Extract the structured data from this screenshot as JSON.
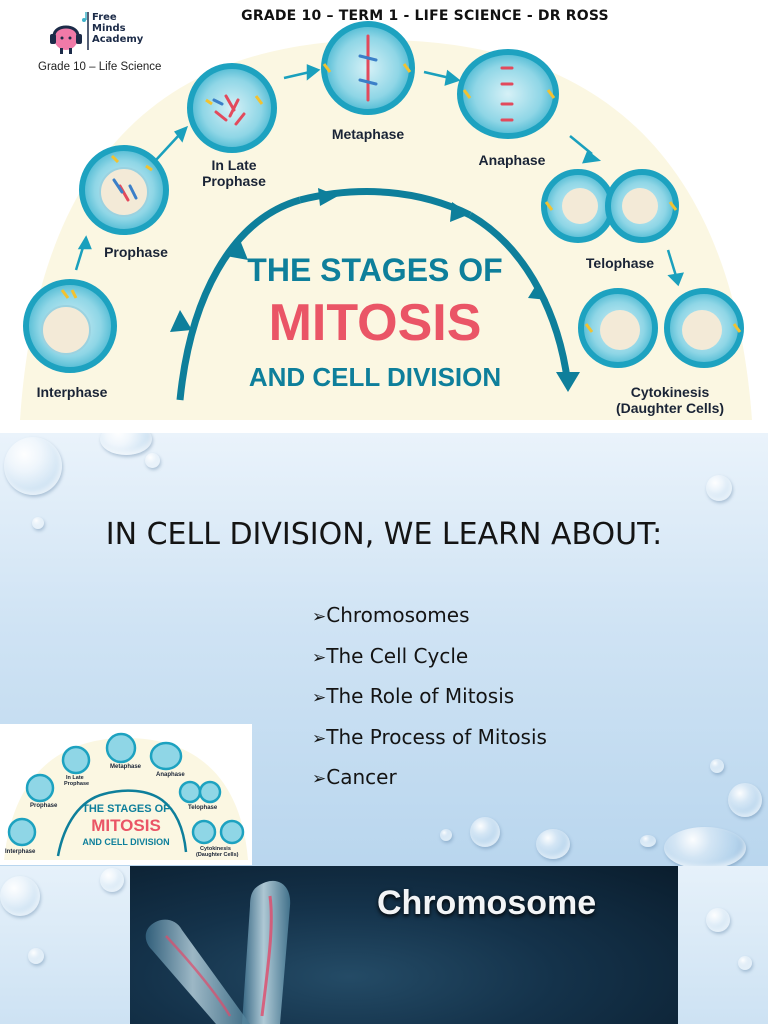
{
  "slide1": {
    "header": "GRADE 10 – TERM 1 - LIFE SCIENCE - DR ROSS",
    "subheader": "Grade 10 – Life Science",
    "logo": {
      "line1": "Free",
      "line2": "Minds",
      "line3": "Academy"
    },
    "stages": {
      "interphase": "Interphase",
      "prophase": "Prophase",
      "late_prophase_1": "In Late",
      "late_prophase_2": "Prophase",
      "metaphase": "Metaphase",
      "anaphase": "Anaphase",
      "telophase": "Telophase",
      "cytokinesis_1": "Cytokinesis",
      "cytokinesis_2": "(Daughter Cells)"
    },
    "title": {
      "line1": "THE STAGES OF",
      "line2": "MITOSIS",
      "line3": "AND CELL DIVISION"
    },
    "colors": {
      "teal": "#0e7f9b",
      "red": "#ea5566",
      "cell_fill": "#7fd3e4",
      "cell_ring": "#1da2c0",
      "arch": "#fbf7e2"
    }
  },
  "slide2": {
    "title": "IN CELL DIVISION, WE LEARN ABOUT:",
    "bullet_marker": "➢",
    "bullets": [
      "Chromosomes",
      "The Cell Cycle",
      "The Role of Mitosis",
      "The Process of Mitosis",
      "Cancer"
    ],
    "thumbnail": {
      "title_line1": "THE STAGES OF",
      "title_line2": "MITOSIS",
      "title_line3": "AND CELL DIVISION",
      "stages": [
        "Interphase",
        "Prophase",
        "In Late",
        "Prophase",
        "Metaphase",
        "Anaphase",
        "Telophase",
        "Cytokinesis",
        "(Daughter Cells)"
      ]
    }
  },
  "slide3": {
    "title": "Chromosome"
  }
}
